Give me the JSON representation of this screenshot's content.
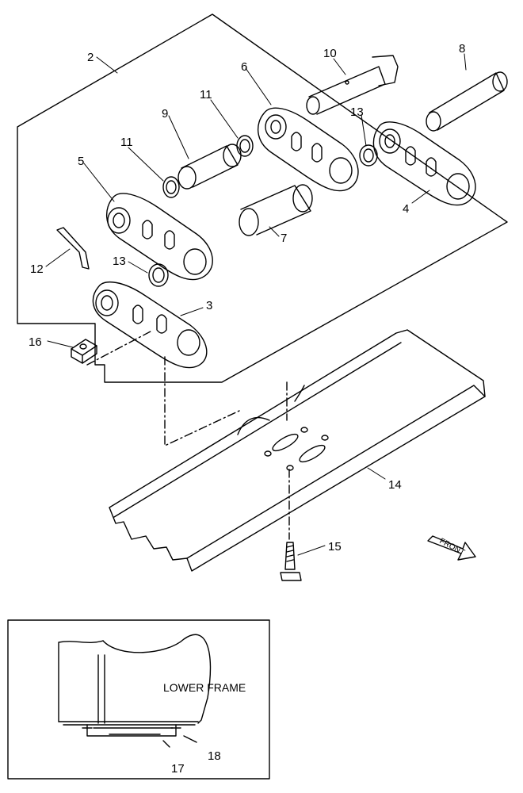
{
  "callouts": {
    "c2": "2",
    "c3": "3",
    "c4": "4",
    "c5": "5",
    "c6": "6",
    "c7": "7",
    "c8": "8",
    "c9": "9",
    "c10": "10",
    "c11a": "11",
    "c11b": "11",
    "c12": "12",
    "c13a": "13",
    "c13b": "13",
    "c14": "14",
    "c15": "15",
    "c16": "16",
    "c17": "17",
    "c18": "18"
  },
  "front_arrow_label": "FRONT",
  "inset": {
    "title": "LOWER FRAME"
  }
}
